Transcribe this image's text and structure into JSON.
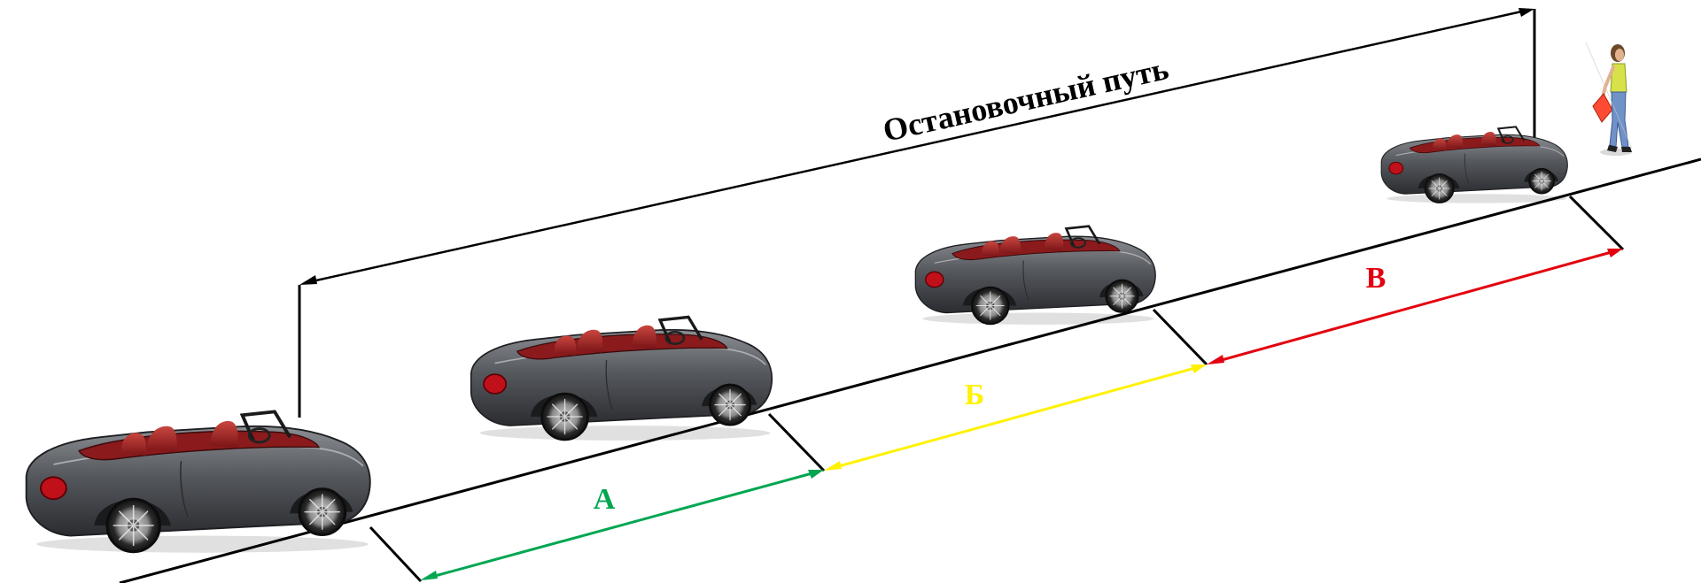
{
  "title": "Остановочный путь",
  "segments": [
    {
      "label": "А",
      "color": "#00a651"
    },
    {
      "label": "Б",
      "color": "#fff200"
    },
    {
      "label": "В",
      "color": "#e3000f"
    }
  ],
  "line_color": "#000000",
  "car_body_color": "#4a4d52",
  "car_interior_color": "#9b1c20",
  "pedestrian_bag_color": "#ff4b33"
}
